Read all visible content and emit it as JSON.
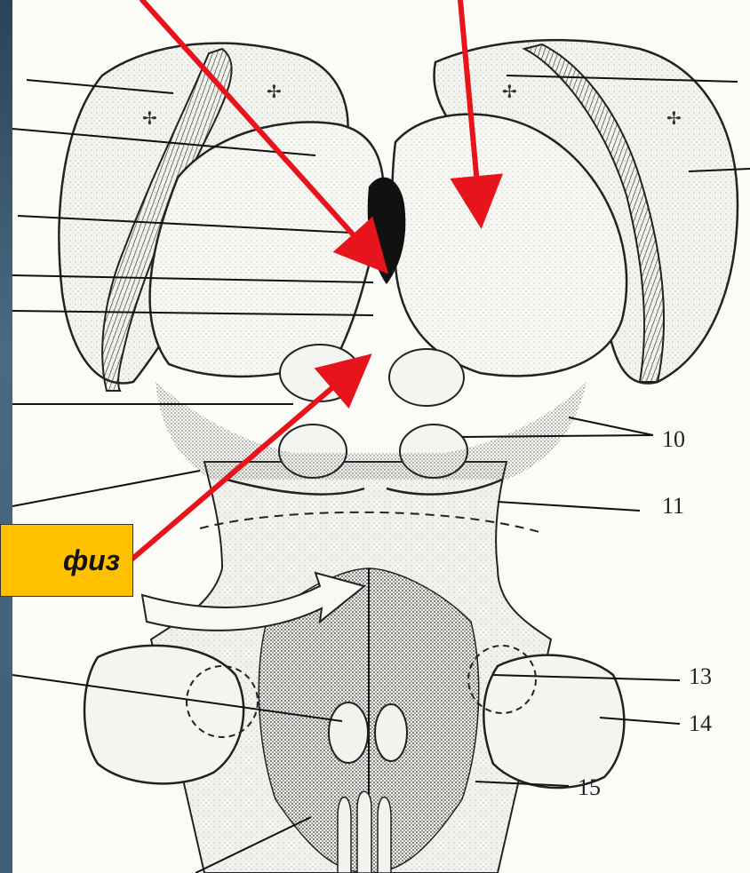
{
  "diagram": {
    "labels": {
      "n10": "10",
      "n11": "11",
      "n13": "13",
      "n14": "14",
      "n15": "15"
    },
    "callout": "физ",
    "colors": {
      "arrow": "#e8141c",
      "callout_fill": "#ffc000",
      "ink": "#222222",
      "paper": "#fbfbf8"
    }
  }
}
